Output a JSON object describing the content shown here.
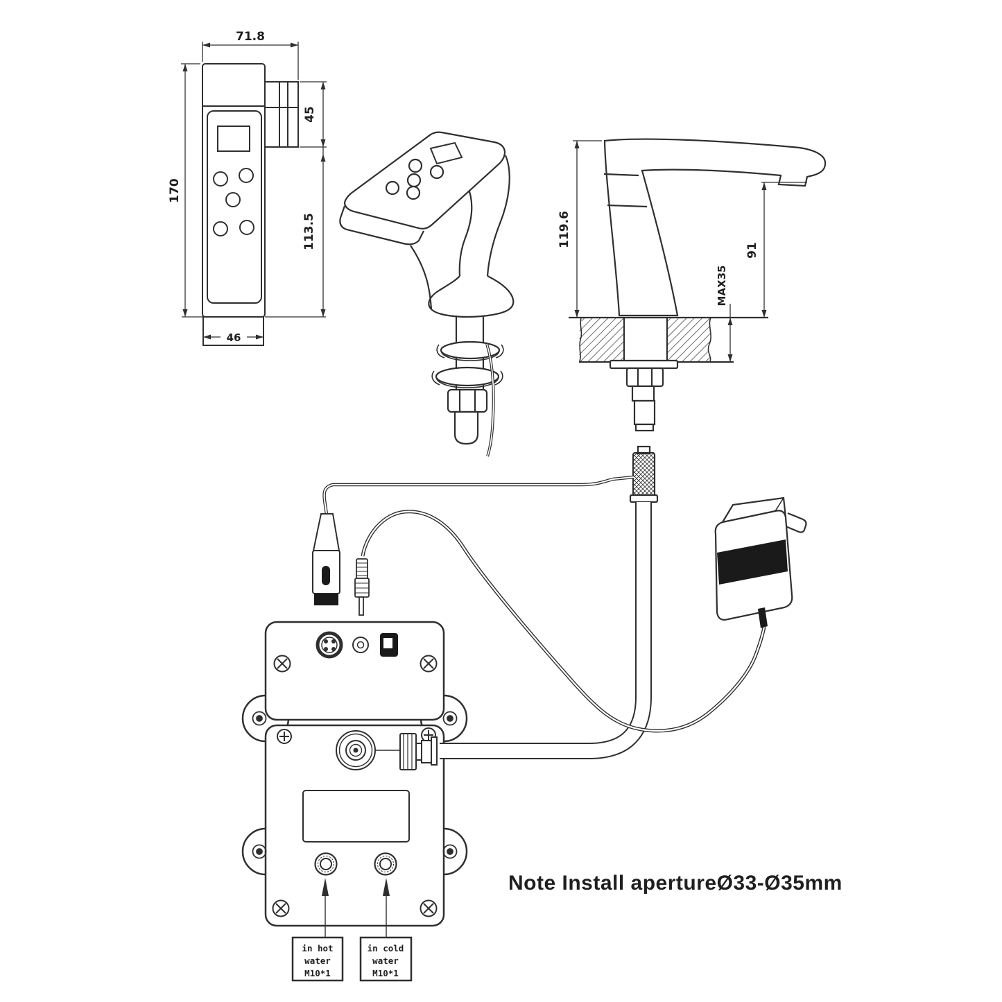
{
  "note": {
    "text": "Note Install apertureØ33-Ø35mm"
  },
  "dims": {
    "front_width": "71.8",
    "mount_depth": "45",
    "front_height": "170",
    "panel_height": "113.5",
    "base_width": "46",
    "side_height": "119.6",
    "spout_height": "91",
    "counter_max": "MAX35"
  },
  "inlets": {
    "hot": [
      "in hot",
      "water",
      "M10*1"
    ],
    "cold": [
      "in cold",
      "water",
      "M10*1"
    ]
  },
  "colors": {
    "line": "#2f2f2f",
    "background": "#ffffff",
    "label_band": "#1a1a1a"
  }
}
